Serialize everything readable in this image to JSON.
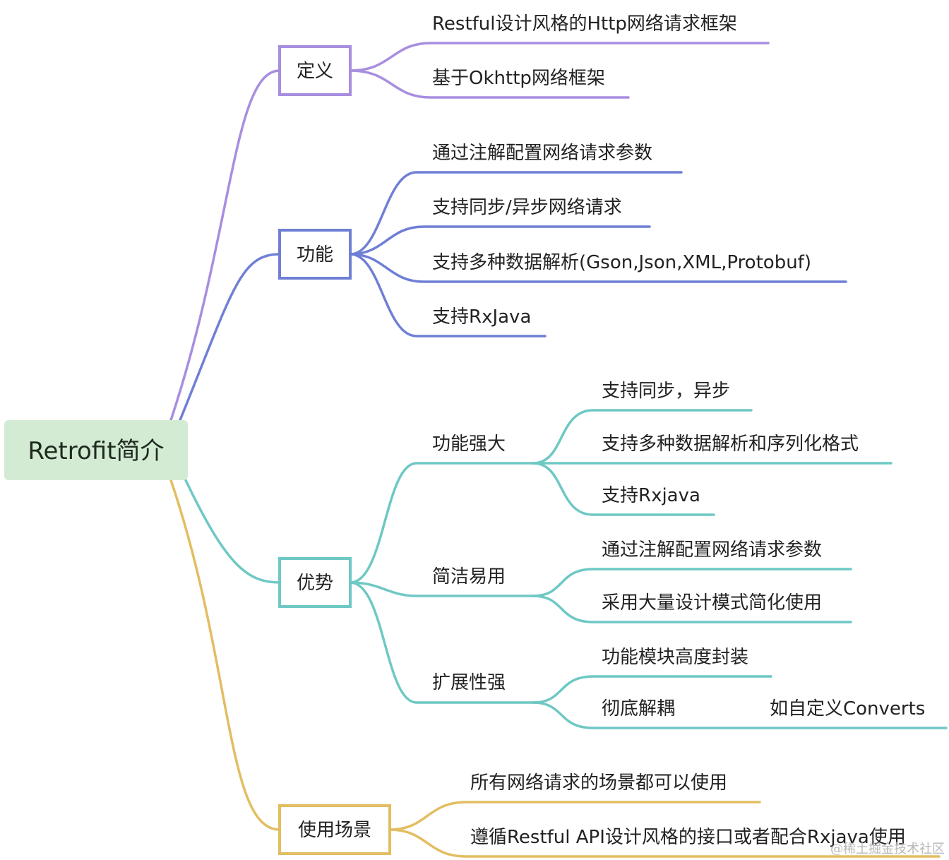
{
  "colors": {
    "purple": "#a78ee0",
    "blue": "#6f7fd6",
    "teal": "#6ec8c4",
    "gold": "#e2be62",
    "root_fill": "#d3ebd3",
    "root_text": "#1f2a1f"
  },
  "root": {
    "label": "Retrofit简介"
  },
  "branches": {
    "definition": {
      "label": "定义",
      "children": [
        "Restful设计风格的Http网络请求框架",
        "基于Okhttp网络框架"
      ]
    },
    "features": {
      "label": "功能",
      "children": [
        "通过注解配置网络请求参数",
        "支持同步/异步网络请求",
        "支持多种数据解析(Gson,Json,XML,Protobuf)",
        "支持RxJava"
      ]
    },
    "advantages": {
      "label": "优势",
      "groups": [
        {
          "label": "功能强大",
          "children": [
            "支持同步，异步",
            "支持多种数据解析和序列化格式",
            "支持Rxjava"
          ]
        },
        {
          "label": "简洁易用",
          "children": [
            "通过注解配置网络请求参数",
            "采用大量设计模式简化使用"
          ]
        },
        {
          "label": "扩展性强",
          "children": [
            "功能模块高度封装",
            "彻底解耦"
          ],
          "decouple_detail": "如自定义Converts"
        }
      ]
    },
    "usage": {
      "label": "使用场景",
      "children": [
        "所有网络请求的场景都可以使用",
        "遵循Restful API设计风格的接口或者配合Rxjava使用"
      ]
    }
  },
  "watermark": "@稀土掘金技术社区"
}
